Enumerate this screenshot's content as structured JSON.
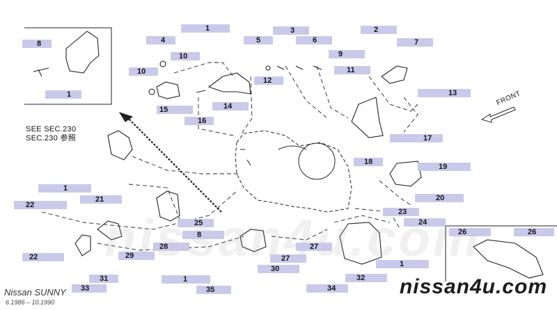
{
  "diagram": {
    "reference": [
      "SEE SEC.230",
      "SEC.230 参照"
    ],
    "front_label": "FRONT",
    "title": "Nissan SUNNY",
    "date_range": "6.1986 – 10.1990",
    "watermark": "nissan4u.com",
    "callouts": [
      "8",
      "1",
      "4",
      "10",
      "10",
      "15",
      "16",
      "1",
      "5",
      "14",
      "12",
      "3",
      "6",
      "2",
      "9",
      "7",
      "11",
      "13",
      "17",
      "18",
      "19",
      "20",
      "23",
      "24",
      "25",
      "21",
      "22",
      "1",
      "22",
      "29",
      "28",
      "31",
      "33",
      "8",
      "27",
      "27",
      "30",
      "1",
      "35",
      "34",
      "32",
      "1",
      "26",
      "26"
    ]
  }
}
